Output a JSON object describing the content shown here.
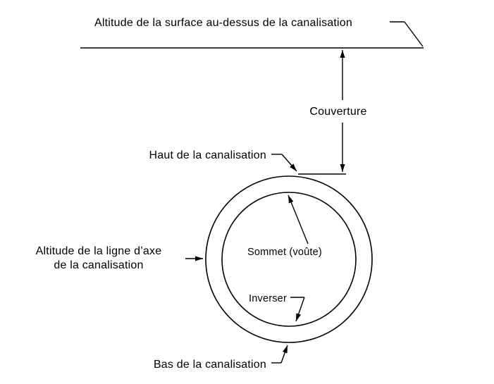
{
  "page": {
    "background_color": "#ffffff",
    "line_color": "#000000"
  },
  "labels": {
    "surface_altitude": "Altitude de la surface au-dessus de la canalisation",
    "couverture": "Couverture",
    "haut": "Haut de la canalisation",
    "sommet": "Sommet (voûte)",
    "inverser": "Inverser",
    "axe_line1": "Altitude de la ligne d’axe",
    "axe_line2": "de la canalisation",
    "bas": "Bas de la canalisation"
  }
}
